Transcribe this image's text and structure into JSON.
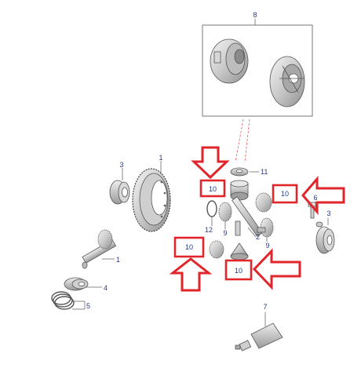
{
  "callouts": [
    {
      "id": "c8",
      "text": "8"
    },
    {
      "id": "c1a",
      "text": "1"
    },
    {
      "id": "c3a",
      "text": "3"
    },
    {
      "id": "c11",
      "text": "11"
    },
    {
      "id": "c9a",
      "text": "9"
    },
    {
      "id": "c12",
      "text": "12"
    },
    {
      "id": "c2",
      "text": "2"
    },
    {
      "id": "c9b",
      "text": "9"
    },
    {
      "id": "c6",
      "text": "6"
    },
    {
      "id": "c3b",
      "text": "3"
    },
    {
      "id": "c1b",
      "text": "1"
    },
    {
      "id": "c4",
      "text": "4"
    },
    {
      "id": "c5",
      "text": "5"
    },
    {
      "id": "c7",
      "text": "7"
    }
  ],
  "highlight_boxes": [
    {
      "id": "hb1",
      "text": "10"
    },
    {
      "id": "hb2",
      "text": "10"
    },
    {
      "id": "hb3",
      "text": "10"
    },
    {
      "id": "hb4",
      "text": "10"
    }
  ],
  "colors": {
    "highlight": "#e0262a",
    "callout_text": "#2a3a8a",
    "part_fill": "#dcdcdc",
    "part_stroke": "#555555"
  }
}
